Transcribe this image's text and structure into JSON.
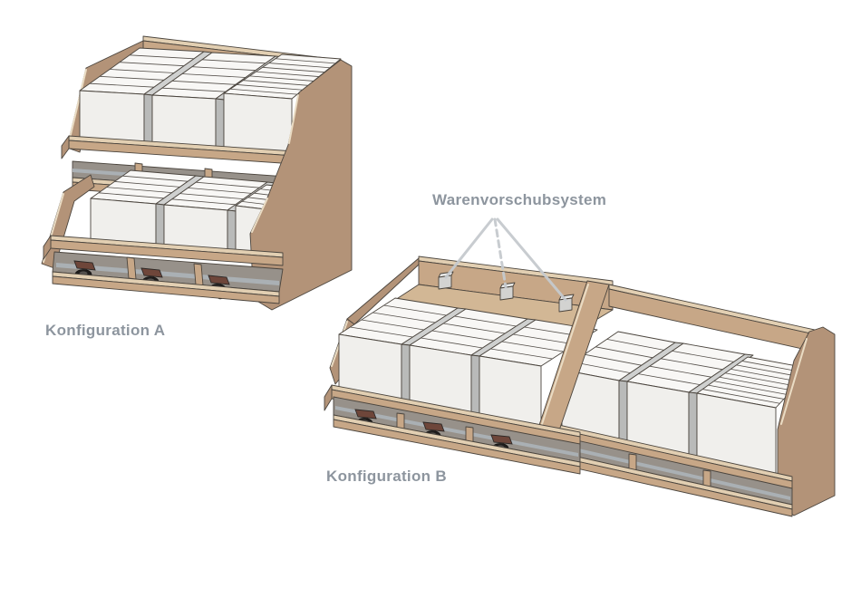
{
  "page": {
    "background": "#ffffff"
  },
  "labels": {
    "config_a": "Konfiguration A",
    "config_b": "Konfiguration B",
    "callout": "Warenvorschubsystem"
  },
  "palette": {
    "label_text": "#8d959e",
    "leader_line": "#c5c9ce",
    "wood_face": "#c7a787",
    "wood_side": "#b39378",
    "wood_top_edge": "#e2cfb2",
    "box_front": "#f0efec",
    "box_top": "#f8f7f5",
    "column_divider": "#b9bab9",
    "feed_plate": "#d3d3d1",
    "pusher_plate": "#6e463a",
    "pusher_roller": "#1f1d1c"
  }
}
